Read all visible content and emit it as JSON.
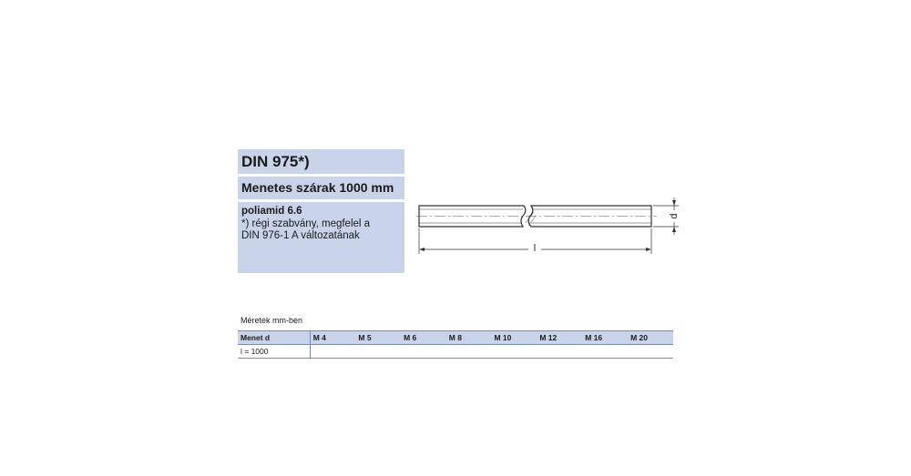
{
  "header": {
    "title": "DIN 975*)",
    "subtitle": "Menetes szárak 1000 mm"
  },
  "info": {
    "material": "poliamid 6.6",
    "note_line1": "*) régi szabvány, megfelel a",
    "note_line2": "DIN 976-1 A változatának"
  },
  "drawing": {
    "length_label": "l",
    "diameter_label": "d"
  },
  "table": {
    "units_note": "Méretek mm-ben",
    "header_label": "Menet d",
    "sizes": [
      "M 4",
      "M 5",
      "M 6",
      "M 8",
      "M 10",
      "M 12",
      "M 16",
      "M 20"
    ],
    "row_label": "l = 1000"
  },
  "colors": {
    "box_fill": "#c9d4ea",
    "line": "#7a8cb4"
  }
}
